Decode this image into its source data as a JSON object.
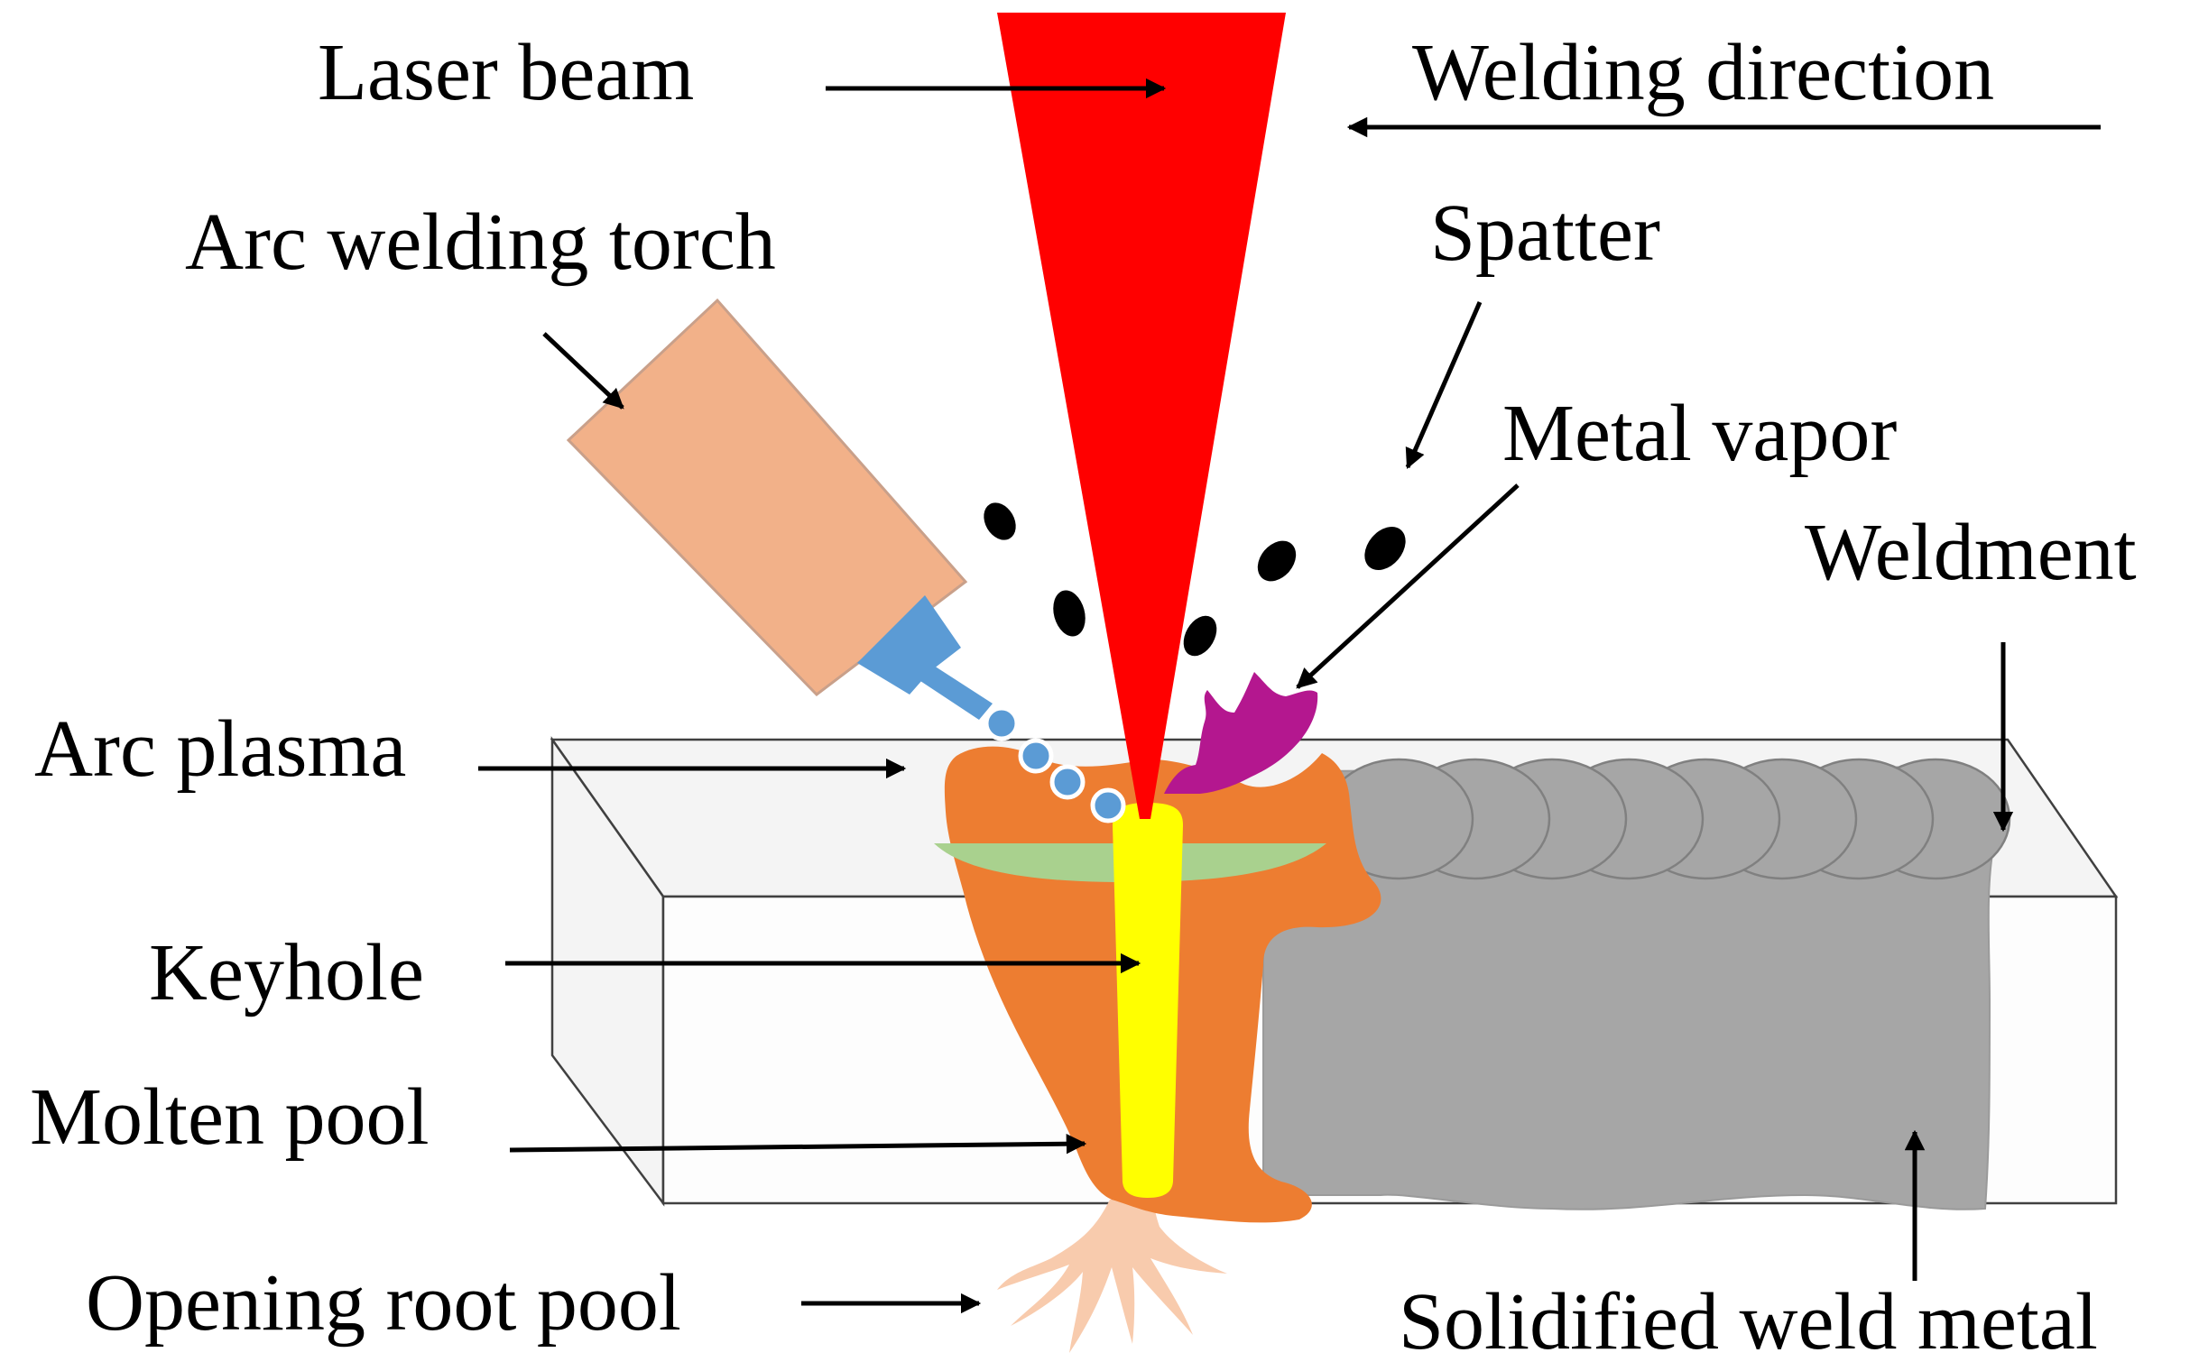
{
  "labels": {
    "laser_beam": "Laser beam",
    "welding_direction": "Welding direction",
    "arc_welding_torch": "Arc welding torch",
    "spatter": "Spatter",
    "metal_vapor": "Metal vapor",
    "weldment": "Weldment",
    "arc_plasma": "Arc plasma",
    "keyhole": "Keyhole",
    "molten_pool": "Molten pool",
    "opening_root_pool": "Opening root pool",
    "solidified_weld_metal": "Solidified weld metal"
  },
  "colors": {
    "laser_beam": "#ff0000",
    "torch_body": "#f2b189",
    "torch_nozzle": "#5b9bd5",
    "droplets": "#5b9bd5",
    "molten_pool": "#ed7d31",
    "keyhole": "#ffff00",
    "arc_plasma_band": "#a9d18e",
    "metal_vapor": "#b4178f",
    "weld_metal": "#a5a5a5",
    "weld_ripple_stroke": "#7f7f7f",
    "root_pool": "#f8cbad",
    "weldment_fill": "#f2f2f2",
    "weldment_stroke": "#404040",
    "spatter": "#000000",
    "text": "#000000"
  }
}
